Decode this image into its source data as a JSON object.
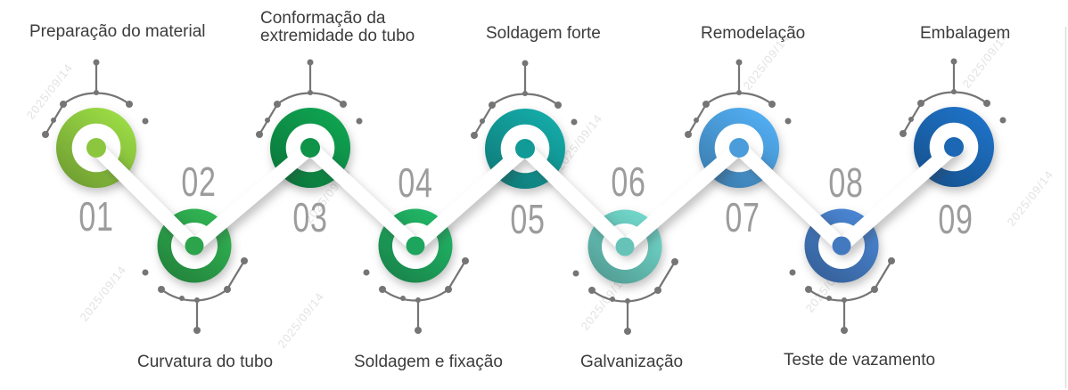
{
  "watermark": {
    "text": "2025/09/14"
  },
  "colors": {
    "background": "#ffffff",
    "label_text": "#3c3c3c",
    "number_text": "#9c9c9c",
    "decoration": "#757575",
    "connector": "#ffffff",
    "edge_line": "#dedede",
    "watermark_text": "#9a9a9a"
  },
  "steps": [
    {
      "number": "01",
      "label": "Preparação do material",
      "color": "#8cc63e",
      "row": "top"
    },
    {
      "number": "02",
      "label": "Curvatura do tubo",
      "color": "#2ca44b",
      "row": "bottom"
    },
    {
      "number": "03",
      "label": "Conformação da extremidade do tubo",
      "color": "#0e9349",
      "row": "top"
    },
    {
      "number": "04",
      "label": "Soldagem e fixação",
      "color": "#1ea55d",
      "row": "bottom"
    },
    {
      "number": "05",
      "label": "Soldagem forte",
      "color": "#129a97",
      "row": "top"
    },
    {
      "number": "06",
      "label": "Galvanização",
      "color": "#67c3b8",
      "row": "bottom"
    },
    {
      "number": "07",
      "label": "Remodelação",
      "color": "#4a9cda",
      "row": "top"
    },
    {
      "number": "08",
      "label": "Teste de vazamento",
      "color": "#4379bf",
      "row": "bottom"
    },
    {
      "number": "09",
      "label": "Embalagem",
      "color": "#1b67b3",
      "row": "top"
    }
  ]
}
